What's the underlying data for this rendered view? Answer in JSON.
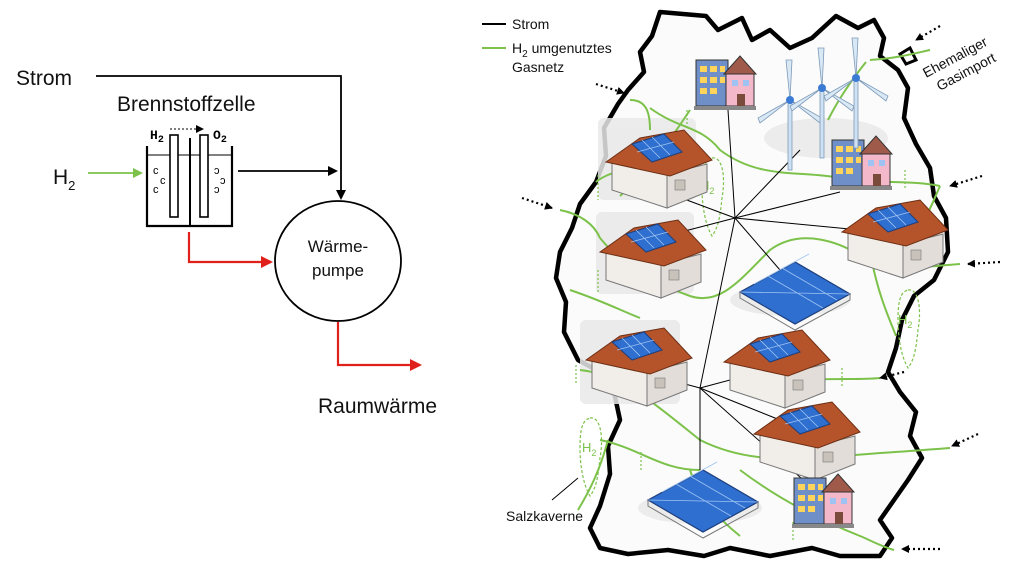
{
  "left": {
    "strom_label": "Strom",
    "fuel_cell_label": "Brennstoffzelle",
    "h2_input_label": "H",
    "h2_input_sub": "2",
    "cell_top_left": "H",
    "cell_top_left_sub": "2",
    "cell_top_right": "O",
    "cell_top_right_sub": "2",
    "heat_pump_line1": "Wärme-",
    "heat_pump_line2": "pumpe",
    "output_label": "Raumwärme"
  },
  "legend": {
    "strom": "Strom",
    "h2_prefix": "H",
    "h2_sub": "2",
    "h2_rest": " umgenutztes",
    "h2_line2": "Gasnetz"
  },
  "map": {
    "ehemaliger": "Ehemaliger",
    "gasimport": "Gasimport",
    "salzkaverne": "Salzkaverne",
    "h2_storage_main": "H",
    "h2_storage_sub": "2"
  },
  "colors": {
    "strom": "#000000",
    "hydrogen": "#7cc24a",
    "heat": "#e0201b",
    "solar": "#2f6fd0",
    "roof": "#b5532a"
  }
}
